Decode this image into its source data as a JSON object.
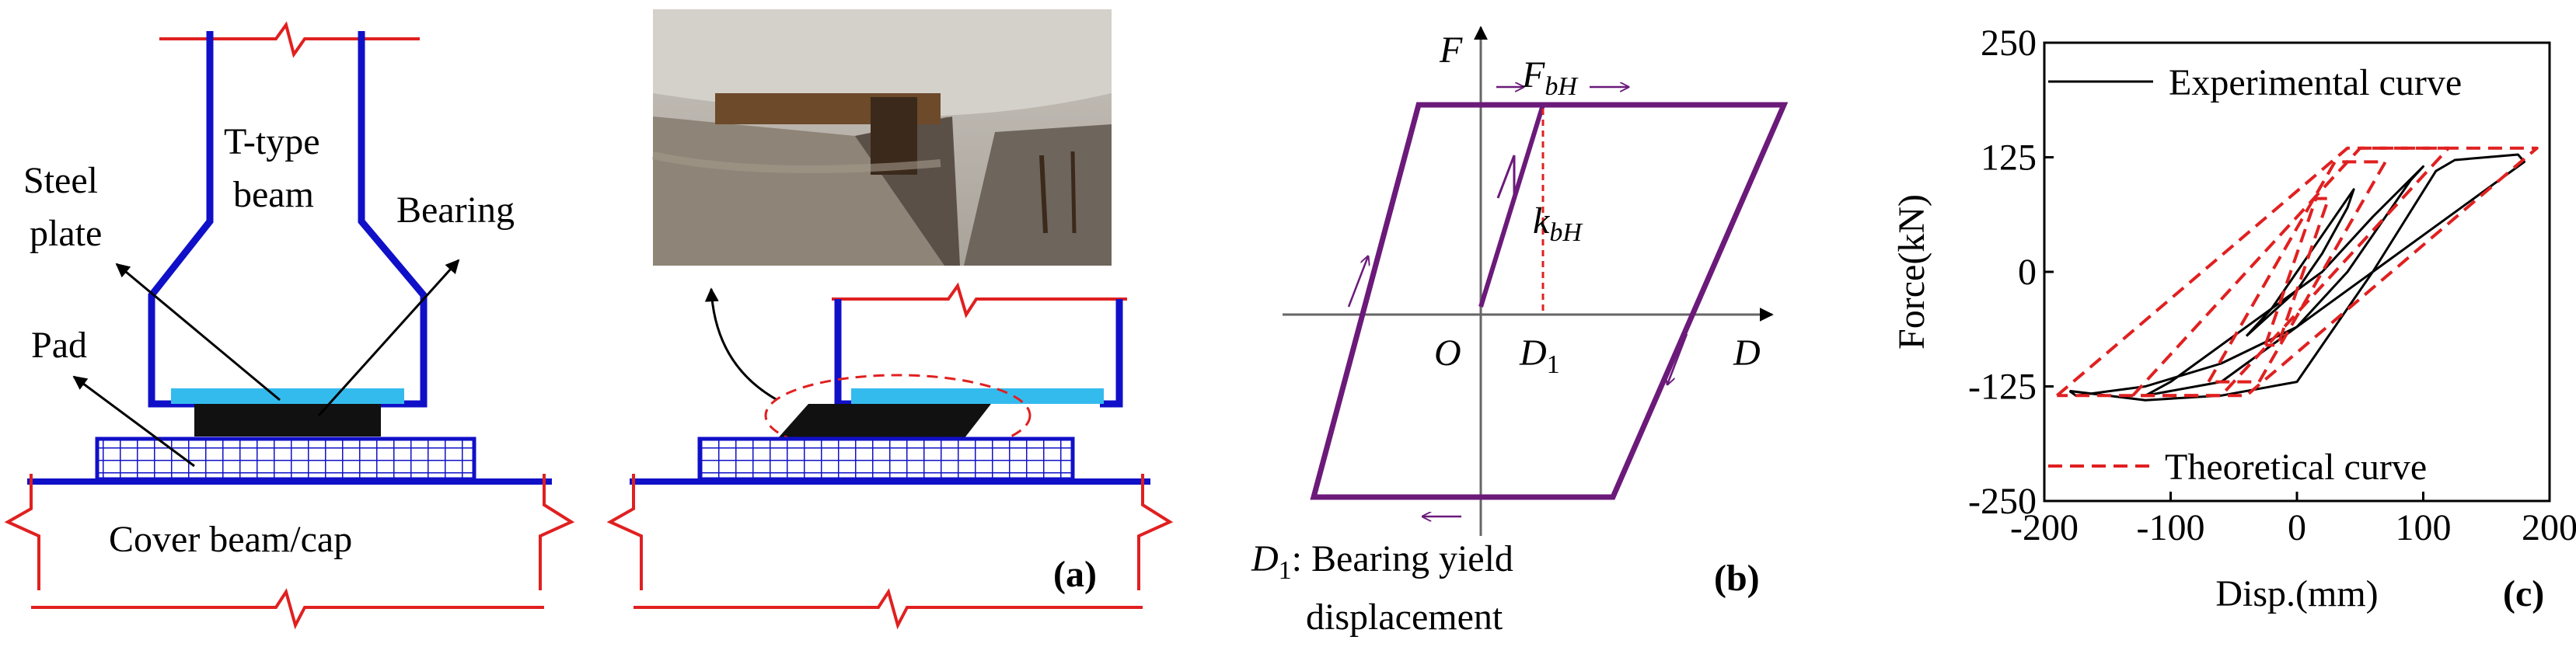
{
  "panel_a": {
    "labels": {
      "t_type_beam_line1": "T-type",
      "t_type_beam_line2": "beam",
      "steel_plate_line1": "Steel",
      "steel_plate_line2": "plate",
      "bearing": "Bearing",
      "pad": "Pad",
      "cover_beam": "Cover beam/cap"
    },
    "tag": "(a)",
    "colors": {
      "structure": "#1010c8",
      "plate": "#33bbee",
      "bearing": "#111111",
      "break_lines": "#e02020"
    }
  },
  "panel_b": {
    "axis_f": "F",
    "axis_d": "D",
    "origin": "O",
    "f_bh_main": "F",
    "f_bh_sub": "bH",
    "k_bh_main": "k",
    "k_bh_sub": "bH",
    "d1_main": "D",
    "d1_sub": "1",
    "note_d_main": "D",
    "note_d_sub": "1",
    "note_rest": ": Bearing yield",
    "note_line2": "displacement",
    "tag": "(b)",
    "colors": {
      "loop": "#6b1a7a",
      "dashed": "#e02020"
    }
  },
  "panel_c": {
    "tag": "(c)",
    "chart_data": {
      "type": "line",
      "xlabel": "Disp.(mm)",
      "ylabel": "Force(kN)",
      "xlim": [
        -200,
        200
      ],
      "ylim": [
        -250,
        250
      ],
      "xticks": [
        "-200",
        "-100",
        "0",
        "100",
        "200"
      ],
      "yticks": [
        "250",
        "125",
        "0",
        "-125",
        "-250"
      ],
      "legend_placement": "top-left / bottom",
      "series": [
        {
          "name": "Experimental curve",
          "color": "#000000",
          "style": "solid",
          "loops": [
            {
              "x": [
                -180,
                -120,
                -60,
                0,
                60,
                110,
                125,
                175,
                180,
                120,
                60,
                0,
                -60,
                -120,
                -175,
                -180
              ],
              "y": [
                -130,
                -140,
                -135,
                -120,
                0,
                110,
                122,
                128,
                120,
                60,
                0,
                -60,
                -100,
                -125,
                -135,
                -130
              ]
            },
            {
              "x": [
                -120,
                -60,
                0,
                40,
                90,
                100,
                60,
                20,
                -40,
                -100,
                -120
              ],
              "y": [
                -135,
                -120,
                -60,
                0,
                100,
                115,
                60,
                0,
                -60,
                -120,
                -135
              ]
            },
            {
              "x": [
                -40,
                0,
                20,
                40,
                45,
                20,
                0,
                -20,
                -40
              ],
              "y": [
                -70,
                -20,
                20,
                70,
                90,
                40,
                0,
                -40,
                -70
              ]
            }
          ]
        },
        {
          "name": "Theoretical curve",
          "color": "#e02020",
          "style": "dashed",
          "loops": [
            {
              "x": [
                -190,
                40,
                190,
                -40,
                -190
              ],
              "y": [
                -135,
                135,
                135,
                -135,
                -135
              ]
            },
            {
              "x": [
                -130,
                50,
                120,
                -60,
                -130
              ],
              "y": [
                -135,
                135,
                135,
                -135,
                -135
              ]
            },
            {
              "x": [
                -70,
                30,
                70,
                -30,
                -70
              ],
              "y": [
                -120,
                120,
                120,
                -120,
                -120
              ]
            },
            {
              "x": [
                -25,
                15,
                25,
                -15,
                -25
              ],
              "y": [
                -80,
                80,
                80,
                -80,
                -80
              ]
            }
          ]
        }
      ]
    }
  }
}
